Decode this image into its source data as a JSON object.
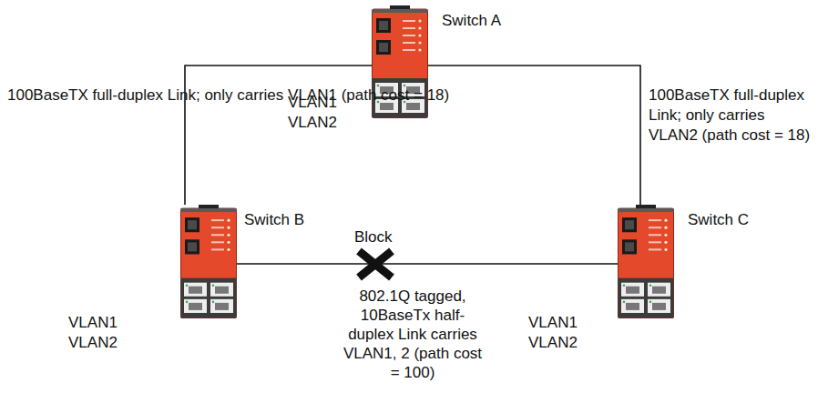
{
  "diagram": {
    "nodes": [
      {
        "text": [
          "Switch A",
          "VLAN1 VLAN2"
        ]
      },
      {
        "text": [
          "Switch B",
          "VLAN1 VLAN2"
        ]
      },
      {
        "text": [
          "Switch C",
          "VLAN1 VLAN2"
        ]
      }
    ],
    "edges": [
      {
        "from": 0,
        "to": 1,
        "arrow": "none",
        "label": "100BaseTX full-duplex Link; only carries VLAN1 (path cost = 18)"
      },
      {
        "from": 0,
        "to": 2,
        "arrow": "none",
        "label": "100BaseTX full-duplex Link; only carries VLAN2 (path cost = 18)"
      },
      {
        "from": 1,
        "to": 2,
        "arrow": "none",
        "label": "802.1Q tagged, 10BaseTx half-duplex Link carries VLAN1, 2 (path cost = 100)"
      }
    ],
    "labels": [
      "Block"
    ]
  }
}
